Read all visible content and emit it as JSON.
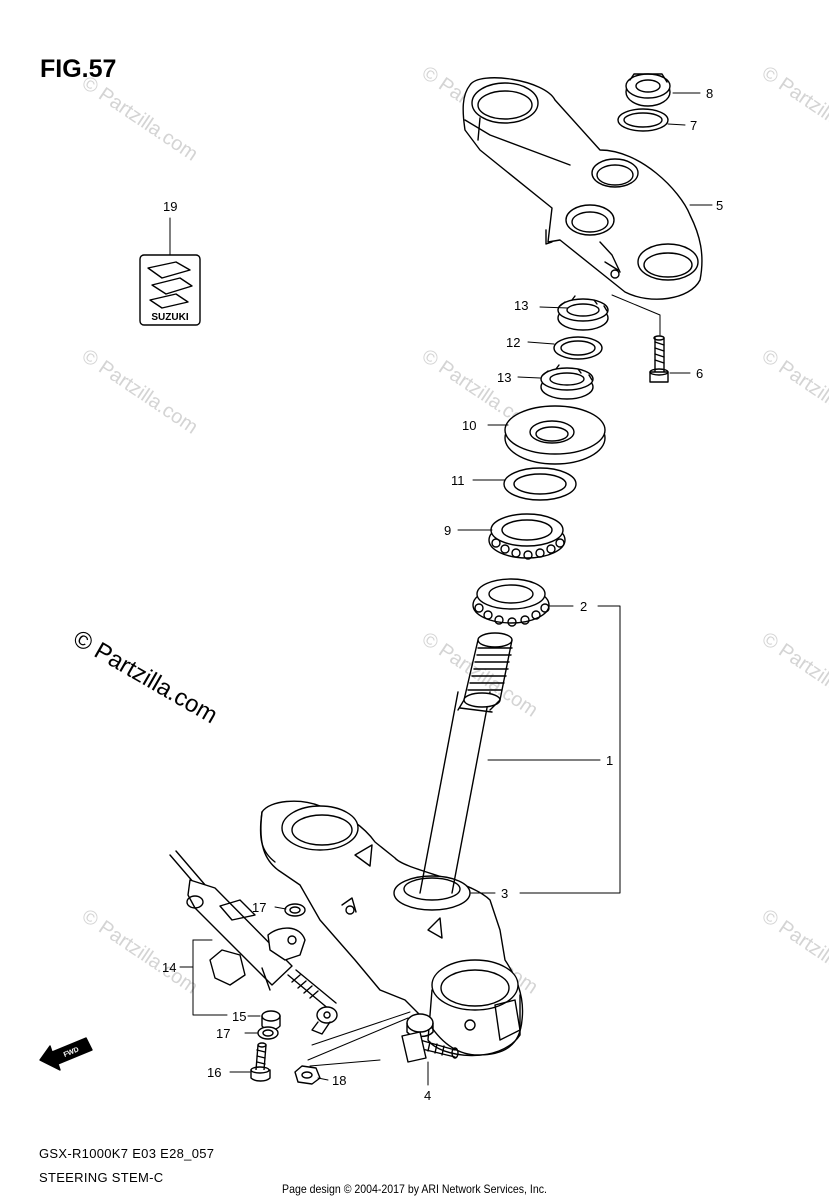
{
  "figure": {
    "title": "FIG.57"
  },
  "watermark": {
    "text": "© Partzilla.com",
    "main_text": "© Partzilla.com"
  },
  "footer": {
    "model_code": "GSX-R1000K7 E03 E28_057",
    "caption": "STEERING STEM-C",
    "credit": "Page design © 2004-2017 by ARI Network Services, Inc."
  },
  "logo": {
    "text": "SUZUKI"
  },
  "fwd_arrow": {
    "text": "FWD"
  },
  "callouts": [
    "1",
    "2",
    "3",
    "4",
    "5",
    "6",
    "7",
    "8",
    "9",
    "10",
    "11",
    "12",
    "13",
    "13",
    "14",
    "15",
    "16",
    "17",
    "17",
    "18",
    "19"
  ],
  "colors": {
    "ink": "#000000",
    "watermark": "#d4d4d4",
    "background": "#ffffff"
  }
}
